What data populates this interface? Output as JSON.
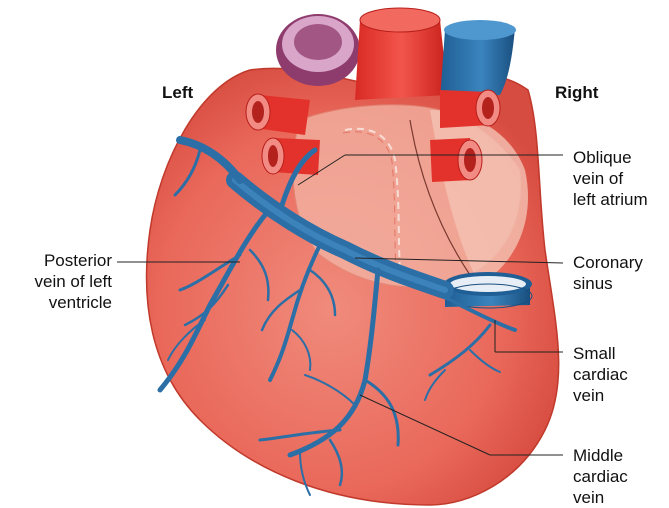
{
  "orientation": {
    "left": "Left",
    "right": "Right"
  },
  "labels": {
    "oblique_vein": "Oblique\nvein of\nleft atrium",
    "coronary_sinus": "Coronary\nsinus",
    "small_cardiac_vein": "Small\ncardiac\nvein",
    "middle_cardiac_vein": "Middle\ncardiac\nvein",
    "posterior_vein": "Posterior\nvein of left\nventricle"
  },
  "colors": {
    "heart_fill": "#ec7668",
    "heart_edge": "#c0392b",
    "artery": "#e3322b",
    "vein": "#2b6fa6",
    "vein_dark": "#184f80",
    "pulmonary": "#d9a5c9",
    "atrium": "#f3b6a6",
    "leader": "#222222"
  }
}
